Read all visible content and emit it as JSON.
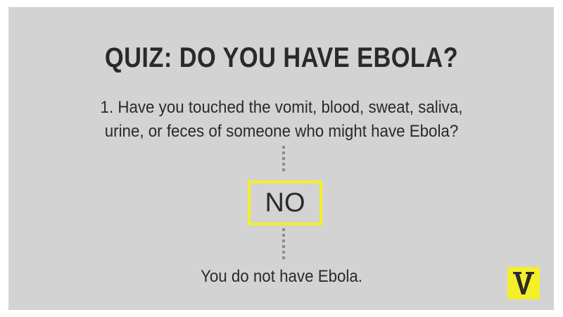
{
  "title": "QUIZ: DO YOU HAVE EBOLA?",
  "question": {
    "line1": "1. Have you touched the vomit, blood, sweat, saliva,",
    "line2": "urine, or feces of someone who might have Ebola?"
  },
  "answer": "NO",
  "result": "You do not have Ebola.",
  "logo": {
    "letter": "V",
    "icon": "vox-logo-icon"
  },
  "colors": {
    "background": "#d3d3d3",
    "accent": "#f4ef2a",
    "text": "#2a2a2a",
    "connector": "#8c8c8c"
  }
}
